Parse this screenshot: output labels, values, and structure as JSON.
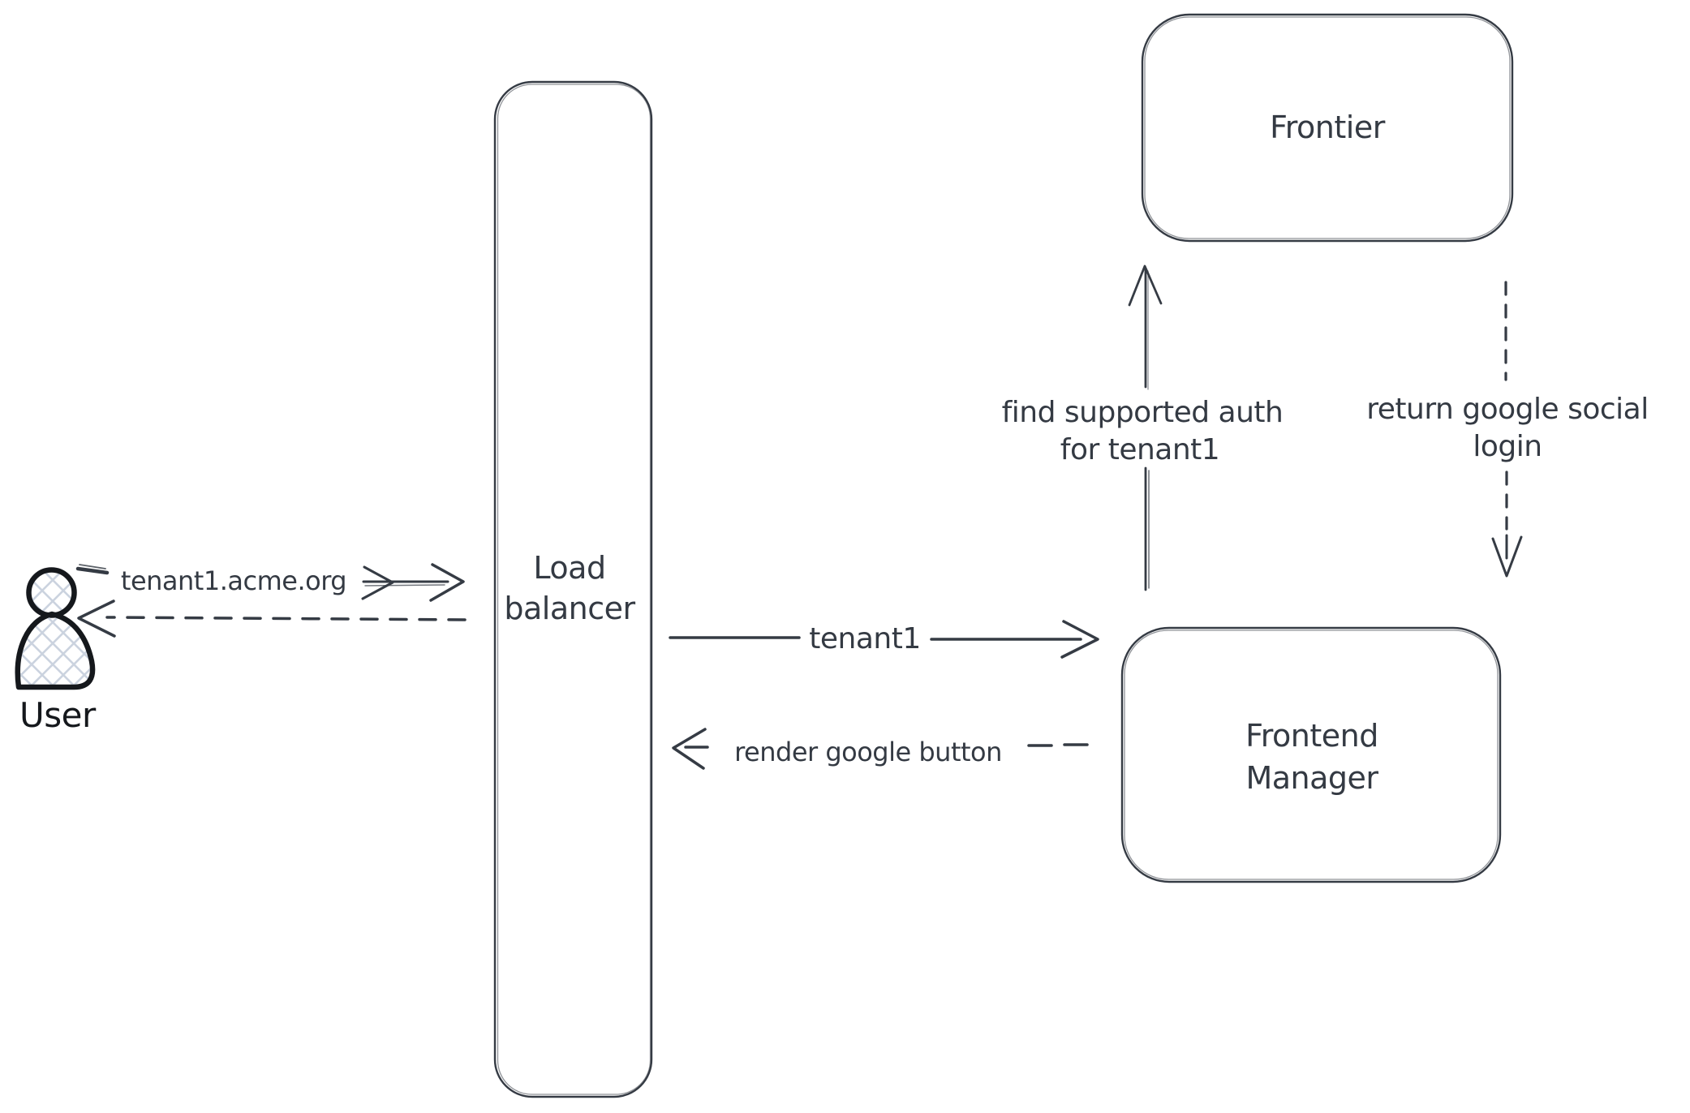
{
  "canvas": {
    "background": "#ffffff",
    "colors": {
      "shape_stroke": "#353b44",
      "text": "#343a43",
      "user_icon_outline": "#15181c",
      "user_icon_hatch": "#cbd3df"
    }
  },
  "nodes": {
    "user": {
      "label": "User",
      "icon": "person-icon"
    },
    "load_balancer": {
      "label_line1": "Load",
      "label_line2": "balancer"
    },
    "frontier": {
      "label": "Frontier"
    },
    "frontend_manager": {
      "label_line1": "Frontend",
      "label_line2": "Manager"
    }
  },
  "edges": {
    "user_request": {
      "label": "tenant1.acme.org",
      "line_style": "solid",
      "direction": "right"
    },
    "user_response": {
      "line_style": "dashed",
      "direction": "left"
    },
    "lb_to_frontend": {
      "label": "tenant1",
      "line_style": "solid",
      "direction": "right"
    },
    "frontend_to_lb": {
      "label": "render google button",
      "line_style": "dashed",
      "direction": "left"
    },
    "frontend_to_frontier": {
      "label_line1": "find supported auth",
      "label_line2": "for tenant1",
      "line_style": "solid",
      "direction": "up"
    },
    "frontier_to_frontend": {
      "label_line1": "return google social",
      "label_line2": "login",
      "line_style": "dashed",
      "direction": "down"
    }
  }
}
